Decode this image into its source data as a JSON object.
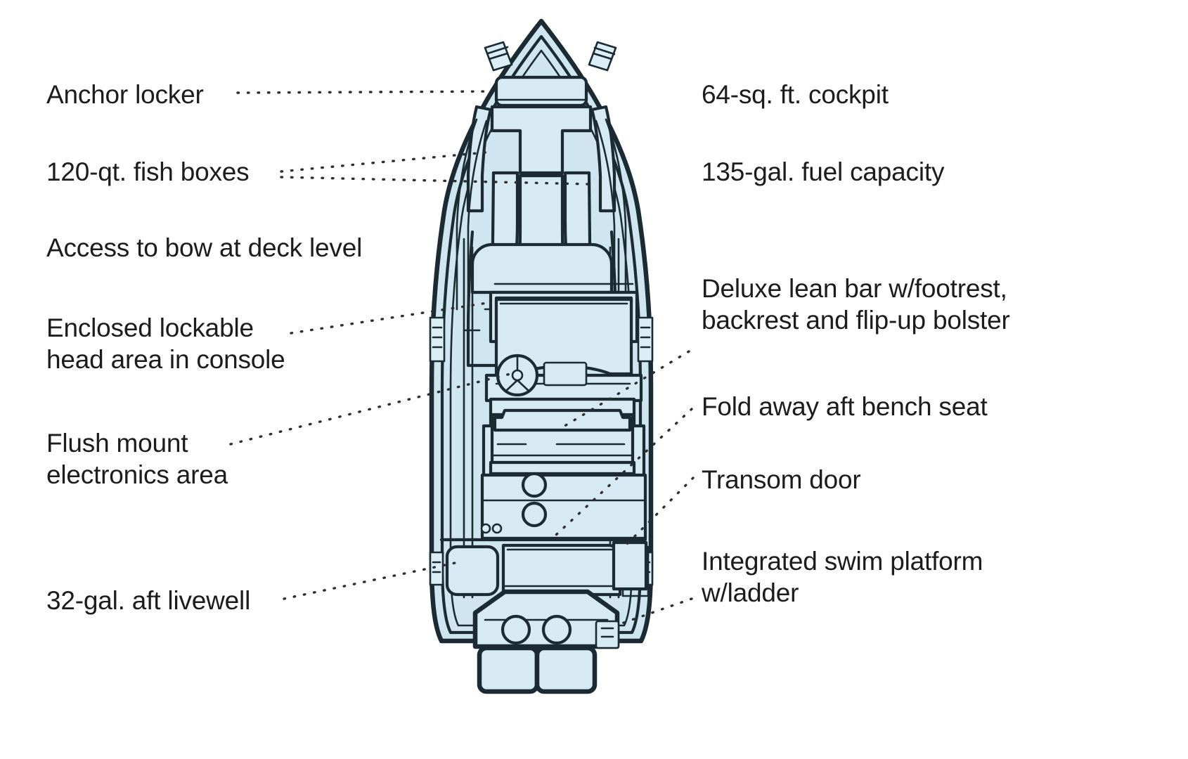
{
  "diagram": {
    "title": "Boat deck plan feature callouts",
    "subject": "center console fishing boat, overhead view",
    "colors": {
      "hull_fill": "#cfe5ef",
      "deck_fill": "#d7e9f2",
      "outline": "#1b2a33",
      "leader_line": "#3a3a3a",
      "background": "#ffffff",
      "text": "#1c1c1c"
    }
  },
  "callouts": {
    "left": [
      {
        "id": "anchor-locker",
        "label": "Anchor locker"
      },
      {
        "id": "fish-boxes",
        "label": "120-qt. fish boxes"
      },
      {
        "id": "bow-access",
        "label": "Access to bow at deck level"
      },
      {
        "id": "head-area",
        "label": "Enclosed lockable\nhead area in console"
      },
      {
        "id": "electronics-area",
        "label": "Flush mount\nelectronics area"
      },
      {
        "id": "aft-livewell",
        "label": "32-gal. aft livewell"
      }
    ],
    "right": [
      {
        "id": "cockpit",
        "label": "64-sq. ft. cockpit"
      },
      {
        "id": "fuel-capacity",
        "label": "135-gal. fuel capacity"
      },
      {
        "id": "lean-bar",
        "label": "Deluxe lean bar w/footrest,\nbackrest and flip-up bolster"
      },
      {
        "id": "aft-bench-seat",
        "label": "Fold away aft bench seat"
      },
      {
        "id": "transom-door",
        "label": "Transom door"
      },
      {
        "id": "swim-platform",
        "label": "Integrated swim platform\nw/ladder"
      }
    ]
  },
  "boat_parts": [
    {
      "id": "hull-outline",
      "name": "hull-outline"
    },
    {
      "id": "bow-cleats",
      "name": "bow-cleat"
    },
    {
      "id": "anchor-hatch",
      "name": "anchor-locker-hatch"
    },
    {
      "id": "bow-seating",
      "name": "bow-seating"
    },
    {
      "id": "fish-box-hatches",
      "name": "fish-box-hatch"
    },
    {
      "id": "console",
      "name": "center-console"
    },
    {
      "id": "steering-wheel",
      "name": "steering-wheel"
    },
    {
      "id": "lean-bar-seat",
      "name": "lean-bar-seat"
    },
    {
      "id": "livewell",
      "name": "aft-livewell"
    },
    {
      "id": "transom-door",
      "name": "transom-door"
    },
    {
      "id": "swim-platform",
      "name": "swim-platform"
    },
    {
      "id": "outboards",
      "name": "twin-outboard-motors"
    }
  ]
}
